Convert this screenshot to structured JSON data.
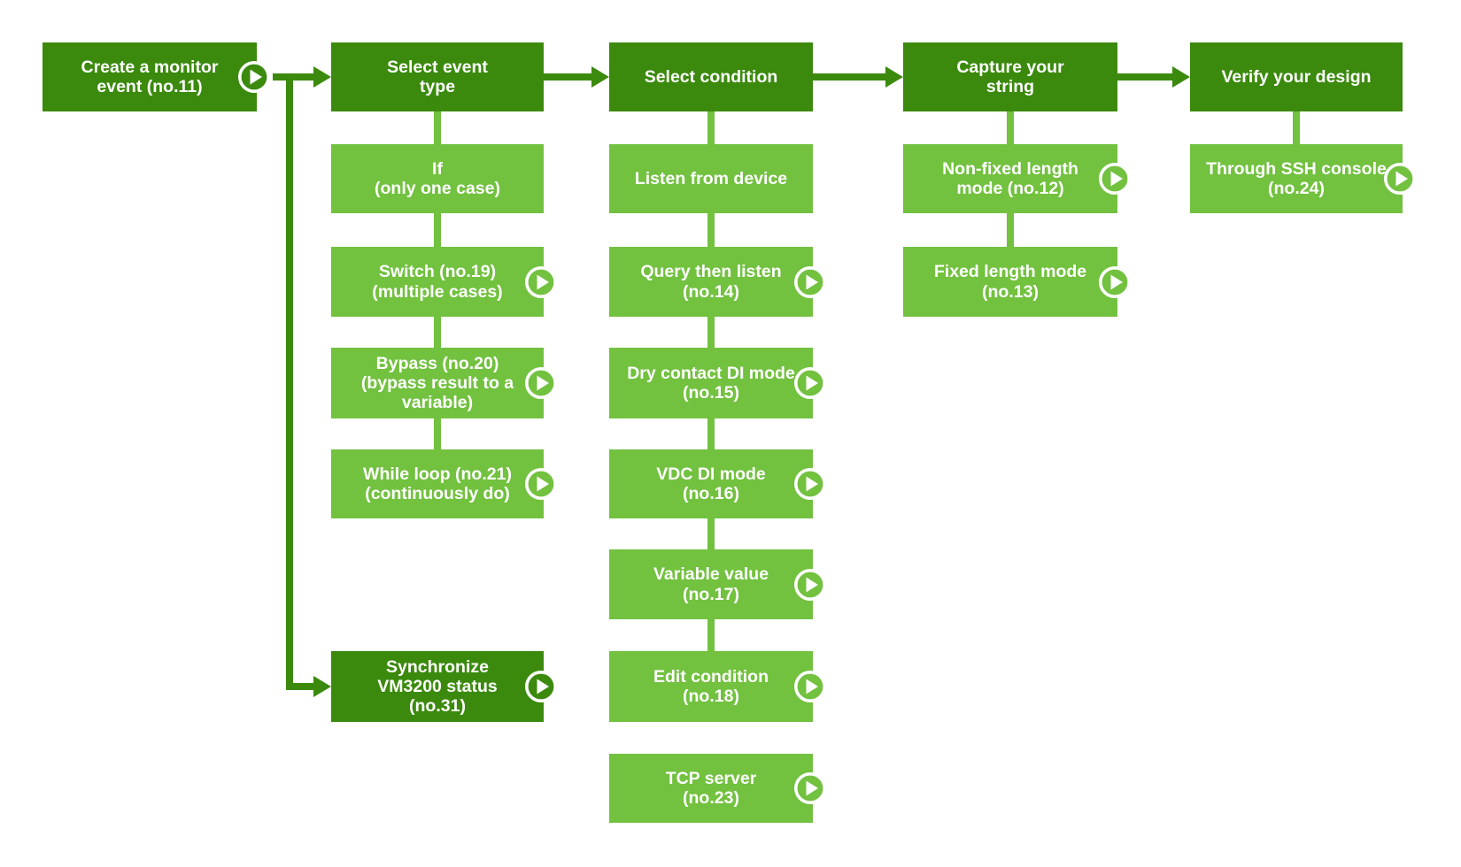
{
  "flowchart": {
    "colors": {
      "dark_green": "#3b8a0d",
      "light_green": "#72c13f",
      "text": "#ffffff",
      "background": "#ffffff"
    },
    "columns": [
      {
        "header": {
          "label": "Create a monitor\nevent (no.11)",
          "style": "dark",
          "has_play": true
        },
        "children": []
      },
      {
        "header": {
          "label": "Select event\ntype",
          "style": "dark",
          "has_play": false
        },
        "children": [
          {
            "label": "If\n(only one case)",
            "style": "light",
            "has_play": false
          },
          {
            "label": "Switch (no.19)\n(multiple cases)",
            "style": "light",
            "has_play": true
          },
          {
            "label": "Bypass (no.20)\n(bypass result to a\nvariable)",
            "style": "light",
            "has_play": true
          },
          {
            "label": "While loop (no.21)\n(continuously do)",
            "style": "light",
            "has_play": true
          },
          {
            "label": "Synchronize\nVM3200 status\n(no.31)",
            "style": "dark",
            "has_play": true
          }
        ]
      },
      {
        "header": {
          "label": "Select condition",
          "style": "dark",
          "has_play": false
        },
        "children": [
          {
            "label": "Listen from device",
            "style": "light",
            "has_play": false
          },
          {
            "label": "Query then listen\n(no.14)",
            "style": "light",
            "has_play": true
          },
          {
            "label": "Dry contact DI mode\n(no.15)",
            "style": "light",
            "has_play": true
          },
          {
            "label": "VDC DI mode\n(no.16)",
            "style": "light",
            "has_play": true
          },
          {
            "label": "Variable value\n(no.17)",
            "style": "light",
            "has_play": true
          },
          {
            "label": "Edit condition\n(no.18)",
            "style": "light",
            "has_play": true
          },
          {
            "label": "TCP server\n(no.23)",
            "style": "light",
            "has_play": true
          }
        ]
      },
      {
        "header": {
          "label": "Capture your\nstring",
          "style": "dark",
          "has_play": false
        },
        "children": [
          {
            "label": "Non-fixed length\nmode (no.12)",
            "style": "light",
            "has_play": true
          },
          {
            "label": "Fixed length mode\n(no.13)",
            "style": "light",
            "has_play": true
          }
        ]
      },
      {
        "header": {
          "label": "Verify your design",
          "style": "dark",
          "has_play": false
        },
        "children": [
          {
            "label": "Through SSH console\n(no.24)",
            "style": "light",
            "has_play": true
          }
        ]
      }
    ]
  }
}
